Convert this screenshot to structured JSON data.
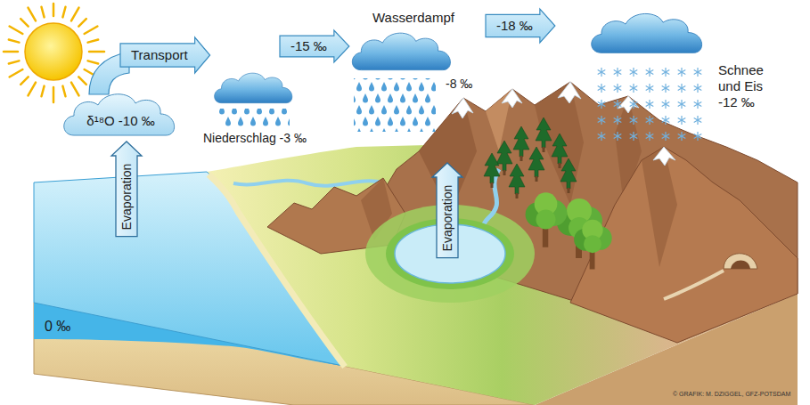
{
  "diagram": {
    "nodes": [
      {
        "text": [
          "δ¹⁸O -10 ‰"
        ]
      },
      {
        "text": [
          "Transport"
        ]
      },
      {
        "text": [
          "-15 ‰"
        ]
      },
      {
        "text": [
          "-18 ‰"
        ]
      },
      {
        "text": [
          "Evaporation"
        ]
      },
      {
        "text": [
          "Evaporation"
        ]
      }
    ],
    "labels": [
      "Wasserdampf",
      "Niederschlag -3 ‰",
      "-8 ‰",
      "Schnee und Eis -12 ‰",
      "0 ‰",
      "© GRAFIK: M. DZIGGEL, GFZ-POTSDAM"
    ]
  }
}
